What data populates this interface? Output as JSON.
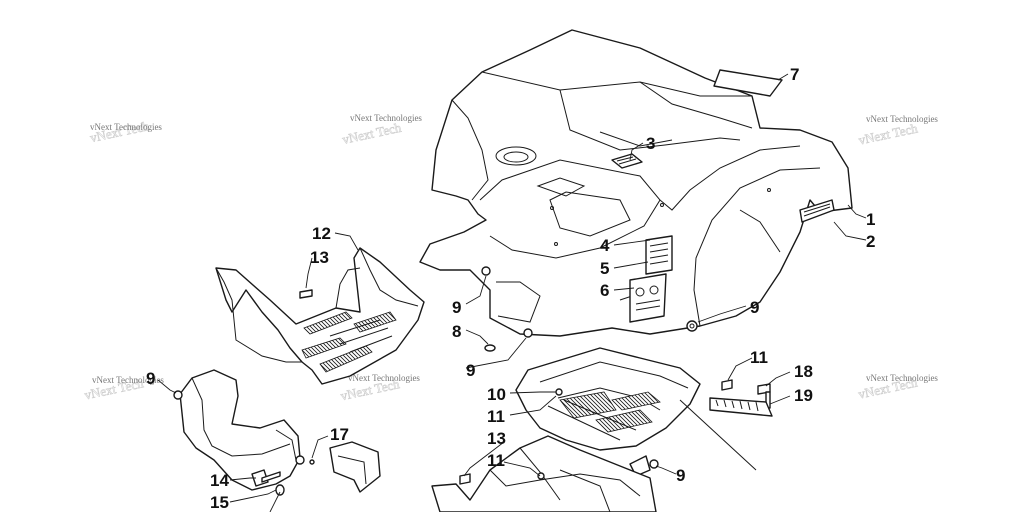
{
  "callouts": [
    "1",
    "2",
    "3",
    "4",
    "5",
    "6",
    "7",
    "8",
    "9",
    "10",
    "11",
    "12",
    "13",
    "14",
    "15",
    "17",
    "18",
    "19"
  ],
  "watermark": {
    "text": "vNext Technologies"
  },
  "colors": {
    "line": "#1a1a1a",
    "background": "#ffffff",
    "watermark": "#777777"
  }
}
